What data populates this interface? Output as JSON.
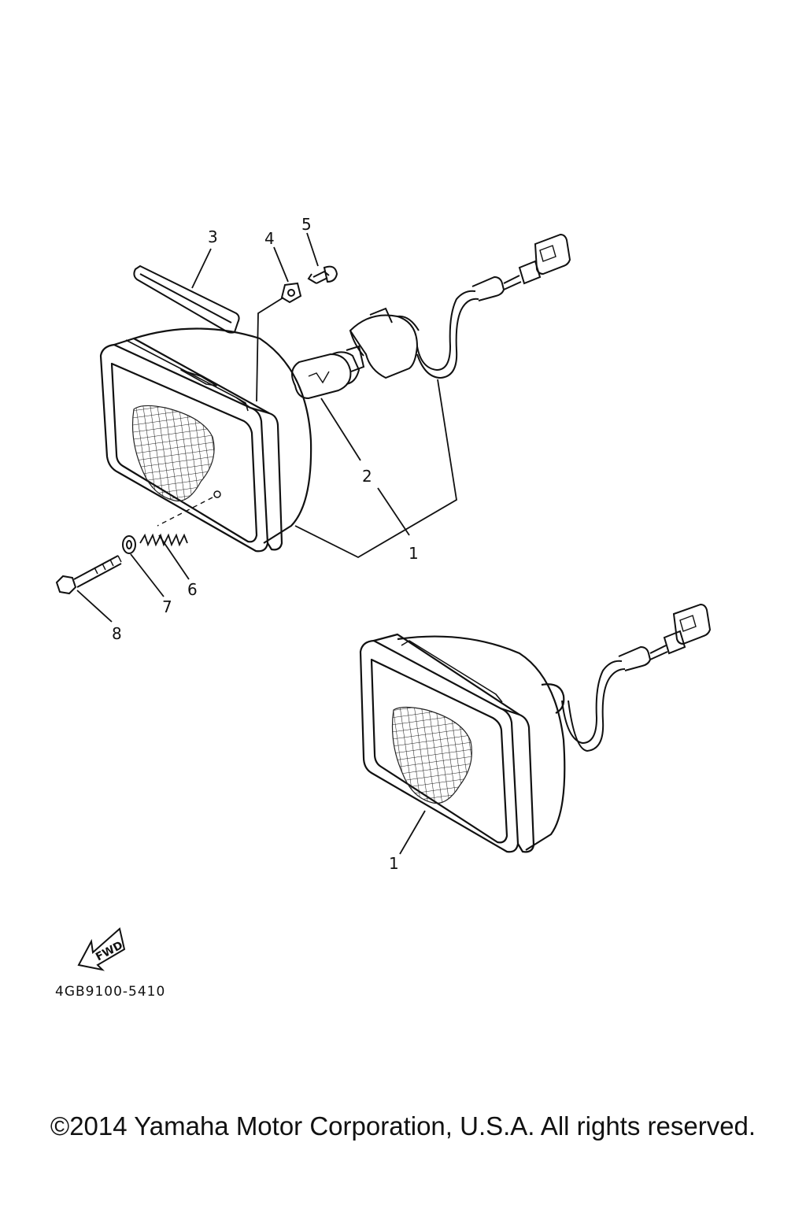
{
  "diagram": {
    "callouts": {
      "c1_upper": "1",
      "c1_lower": "1",
      "c2": "2",
      "c3": "3",
      "c4": "4",
      "c5": "5",
      "c6": "6",
      "c7": "7",
      "c8": "8"
    },
    "fwd_arrow_text": "FWD",
    "part_code": "4GB9100-5410"
  },
  "footer": {
    "copyright": "©2014 Yamaha Motor Corporation, U.S.A. All rights reserved."
  }
}
